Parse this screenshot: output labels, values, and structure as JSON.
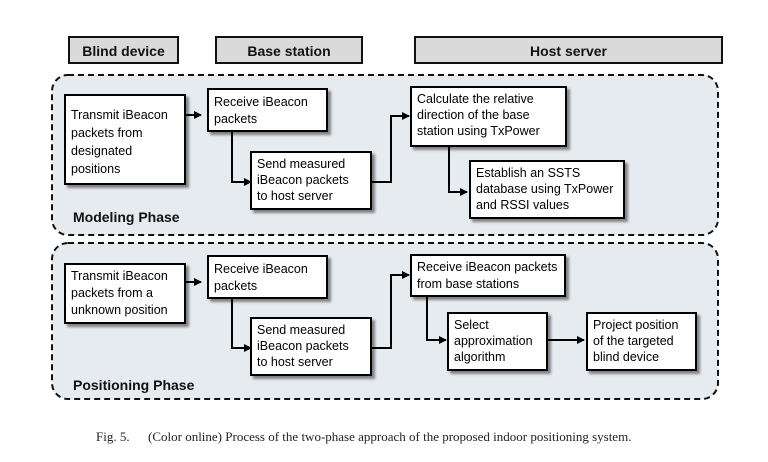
{
  "headers": [
    "Blind device",
    "Base station",
    "Host server"
  ],
  "phases": [
    {
      "label": "Modeling Phase",
      "boxes": [
        {
          "lines": [
            "Transmit iBeacon",
            "packets from",
            "designated",
            "positions"
          ]
        },
        {
          "lines": [
            "Receive iBeacon",
            "packets"
          ]
        },
        {
          "lines": [
            "Send measured",
            "iBeacon packets",
            "to host server"
          ]
        },
        {
          "lines": [
            "Calculate the relative",
            "direction of the base",
            "station using TxPower"
          ]
        },
        {
          "lines": [
            "Establish an SSTS",
            "database using TxPower",
            "and RSSI values"
          ]
        }
      ]
    },
    {
      "label": "Positioning Phase",
      "boxes": [
        {
          "lines": [
            "Transmit iBeacon",
            "packets from a",
            "unknown position"
          ]
        },
        {
          "lines": [
            "Receive iBeacon",
            "packets"
          ]
        },
        {
          "lines": [
            "Send measured",
            "iBeacon packets",
            "to host server"
          ]
        },
        {
          "lines": [
            "Receive iBeacon packets",
            "from base stations"
          ]
        },
        {
          "lines": [
            "Select",
            "approximation",
            "algorithm"
          ]
        },
        {
          "lines": [
            "Project position",
            "of the targeted",
            "blind device"
          ]
        }
      ]
    }
  ],
  "caption": {
    "label": "Fig. 5.",
    "text": "(Color online) Process of the two-phase approach of the proposed indoor positioning system."
  }
}
